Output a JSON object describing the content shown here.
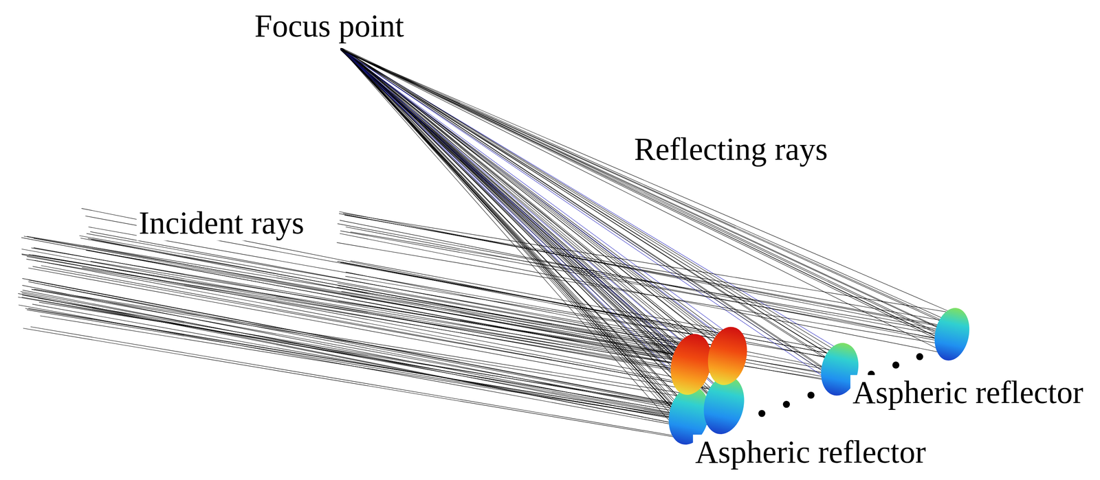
{
  "diagram": {
    "labels": [
      "Focus point",
      "Reflecting rays",
      "Incident rays",
      "Aspheric reflector",
      "Aspheric reflector"
    ]
  }
}
